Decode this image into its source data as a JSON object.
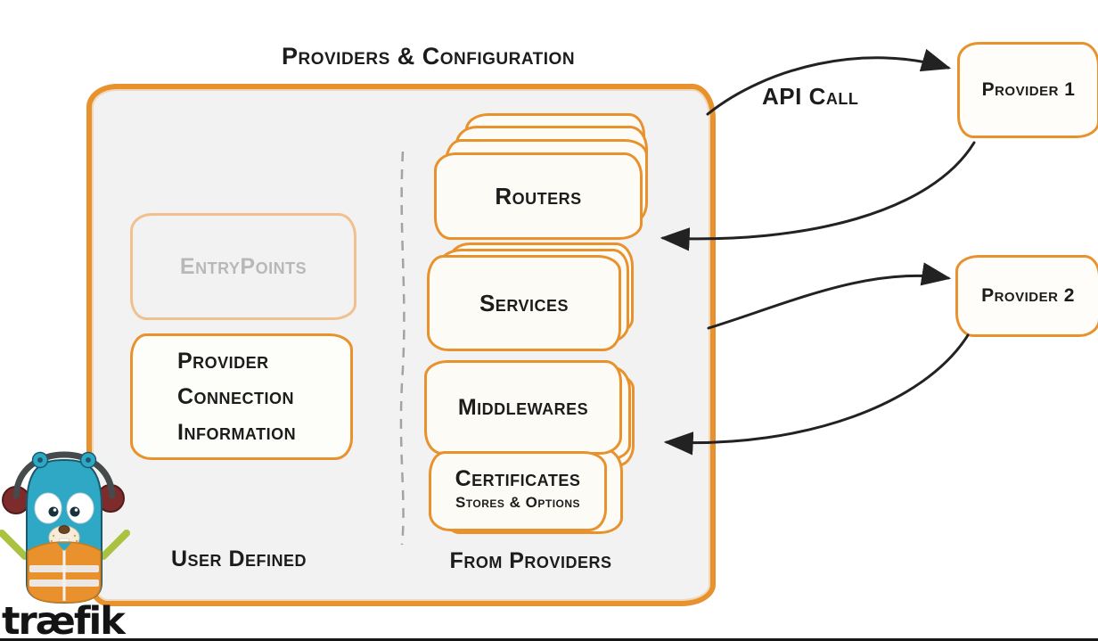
{
  "title": "Providers & Configuration",
  "config_box": {
    "entrypoints_label": "EntryPoints",
    "connection_lines": [
      "Provider",
      "Connection",
      "Information"
    ],
    "cards": [
      {
        "label": "Routers"
      },
      {
        "label": "Services"
      },
      {
        "label": "Middlewares"
      },
      {
        "label": "Certificates",
        "sublabel": "Stores & Options"
      }
    ],
    "user_defined": "User Defined",
    "from_providers": "From Providers"
  },
  "external": {
    "api_call": "API Call",
    "providers": [
      {
        "label": "Provider 1"
      },
      {
        "label": "Provider 2"
      }
    ]
  },
  "logo": {
    "text": "træfik"
  },
  "colors": {
    "orange": "#E8922E",
    "orange_light": "#F0C08E",
    "panel_fill": "#F2F2F2",
    "card_fill": "#FDFBF6",
    "text": "#1C1C1C",
    "muted_text": "#B8B8B8",
    "arrow": "#222222",
    "teal": "#2FA8C5"
  }
}
